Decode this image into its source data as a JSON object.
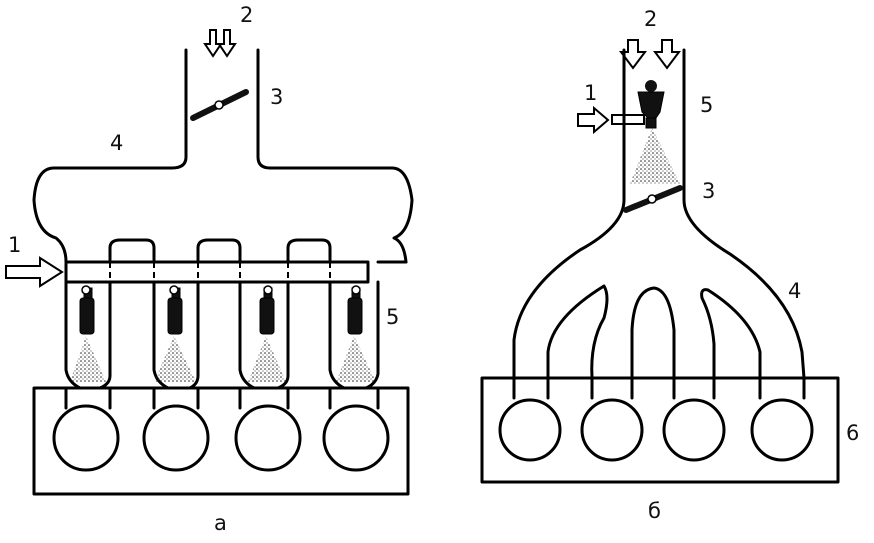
{
  "left_figure": {
    "caption": "а",
    "labels": {
      "fuel": "1",
      "air": "2",
      "throttle": "3",
      "manifold": "4",
      "injector": "5"
    }
  },
  "right_figure": {
    "caption": "б",
    "labels": {
      "fuel": "1",
      "air": "2",
      "throttle": "3",
      "manifold": "4",
      "injector": "5",
      "engine": "6"
    }
  },
  "colors": {
    "line": "#000000",
    "background": "#ffffff"
  }
}
